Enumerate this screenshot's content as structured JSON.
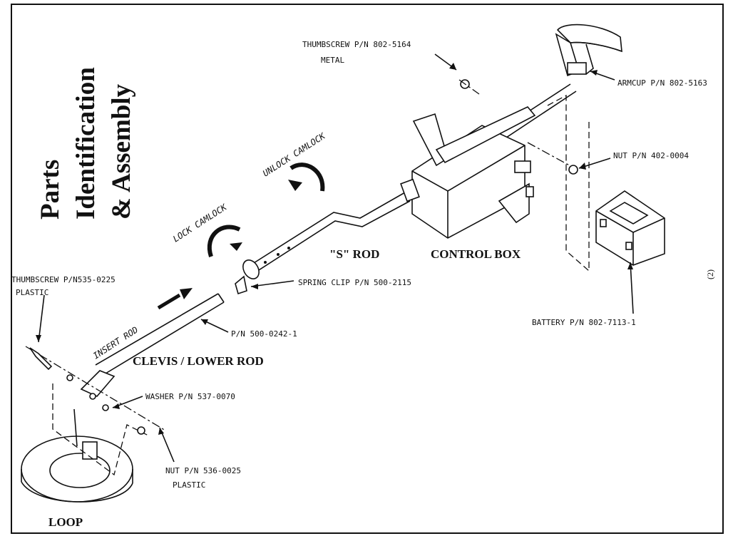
{
  "title": {
    "line1": "Parts",
    "line2": "Identification",
    "line3": "& Assembly"
  },
  "page_number": "(2)",
  "labels": {
    "thumbscrew_metal": "THUMBSCREW P/N 802-5164",
    "thumbscrew_metal_sub": "METAL",
    "armcup": "ARMCUP P/N 802-5163",
    "nut_402": "NUT P/N 402-0004",
    "battery": "BATTERY P/N 802-7113-1",
    "spring_clip": "SPRING CLIP P/N 500-2115",
    "lower_rod_pn": "P/N 500-0242-1",
    "thumbscrew_plastic": "THUMBSCREW P/N535-0225",
    "thumbscrew_plastic_sub": "PLASTIC",
    "washer": "WASHER P/N 537-0070",
    "nut_536": "NUT P/N 536-0025",
    "nut_536_sub": "PLASTIC"
  },
  "callouts": {
    "s_rod": "\"S\" ROD",
    "control_box": "CONTROL BOX",
    "clevis_lower_rod": "CLEVIS / LOWER ROD",
    "loop": "LOOP"
  },
  "instructions": {
    "unlock_camlock": "UNLOCK CAMLOCK",
    "lock_camlock": "LOCK CAMLOCK",
    "insert_rod": "INSERT ROD"
  },
  "colors": {
    "ink": "#111111",
    "paper": "#ffffff"
  }
}
